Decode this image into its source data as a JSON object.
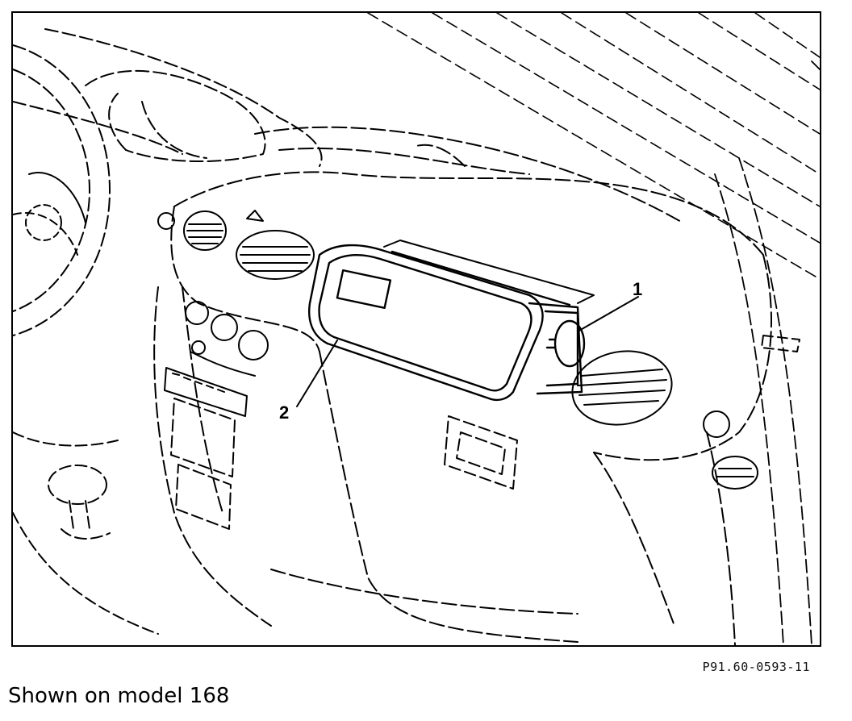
{
  "figure": {
    "callouts": [
      {
        "id": "1",
        "label": "1"
      },
      {
        "id": "2",
        "label": "2"
      }
    ],
    "reference_code": "P91.60-0593-11",
    "caption": "Shown on model 168"
  }
}
